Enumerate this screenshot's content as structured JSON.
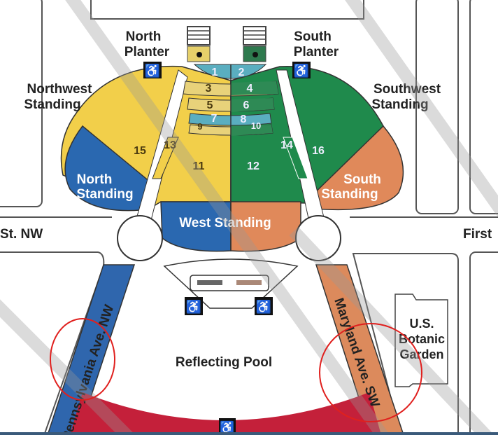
{
  "labels": {
    "north_planter": [
      "North",
      "Planter"
    ],
    "south_planter": [
      "South",
      "Planter"
    ],
    "northwest_standing": [
      "Northwest",
      "Standing"
    ],
    "southwest_standing": [
      "Southwest",
      "Standing"
    ],
    "north_standing": [
      "North",
      "Standing"
    ],
    "south_standing": [
      "South",
      "Standing"
    ],
    "west_standing": "West Standing",
    "street_left": "St. NW",
    "street_right": "First",
    "pennsylvania_ave": "Pennsylvania Ave. NW",
    "maryland_ave": "Maryland Ave. SW",
    "reflecting_pool": "Reflecting Pool",
    "botanic_garden": [
      "U.S.",
      "Botanic",
      "Garden"
    ]
  },
  "sections": [
    "1",
    "2",
    "3",
    "4",
    "5",
    "6",
    "7",
    "8",
    "9",
    "10",
    "11",
    "12",
    "13",
    "14",
    "15",
    "16"
  ],
  "colors": {
    "yellow": "#f2cf4a",
    "green": "#1f8a4c",
    "blue": "#2a68b0",
    "orange": "#e0895a",
    "teal": "#5aaec0",
    "red": "#c4203a",
    "annotation": "#e0201e"
  },
  "icons": [
    "wheelchair-accessible-icon"
  ]
}
